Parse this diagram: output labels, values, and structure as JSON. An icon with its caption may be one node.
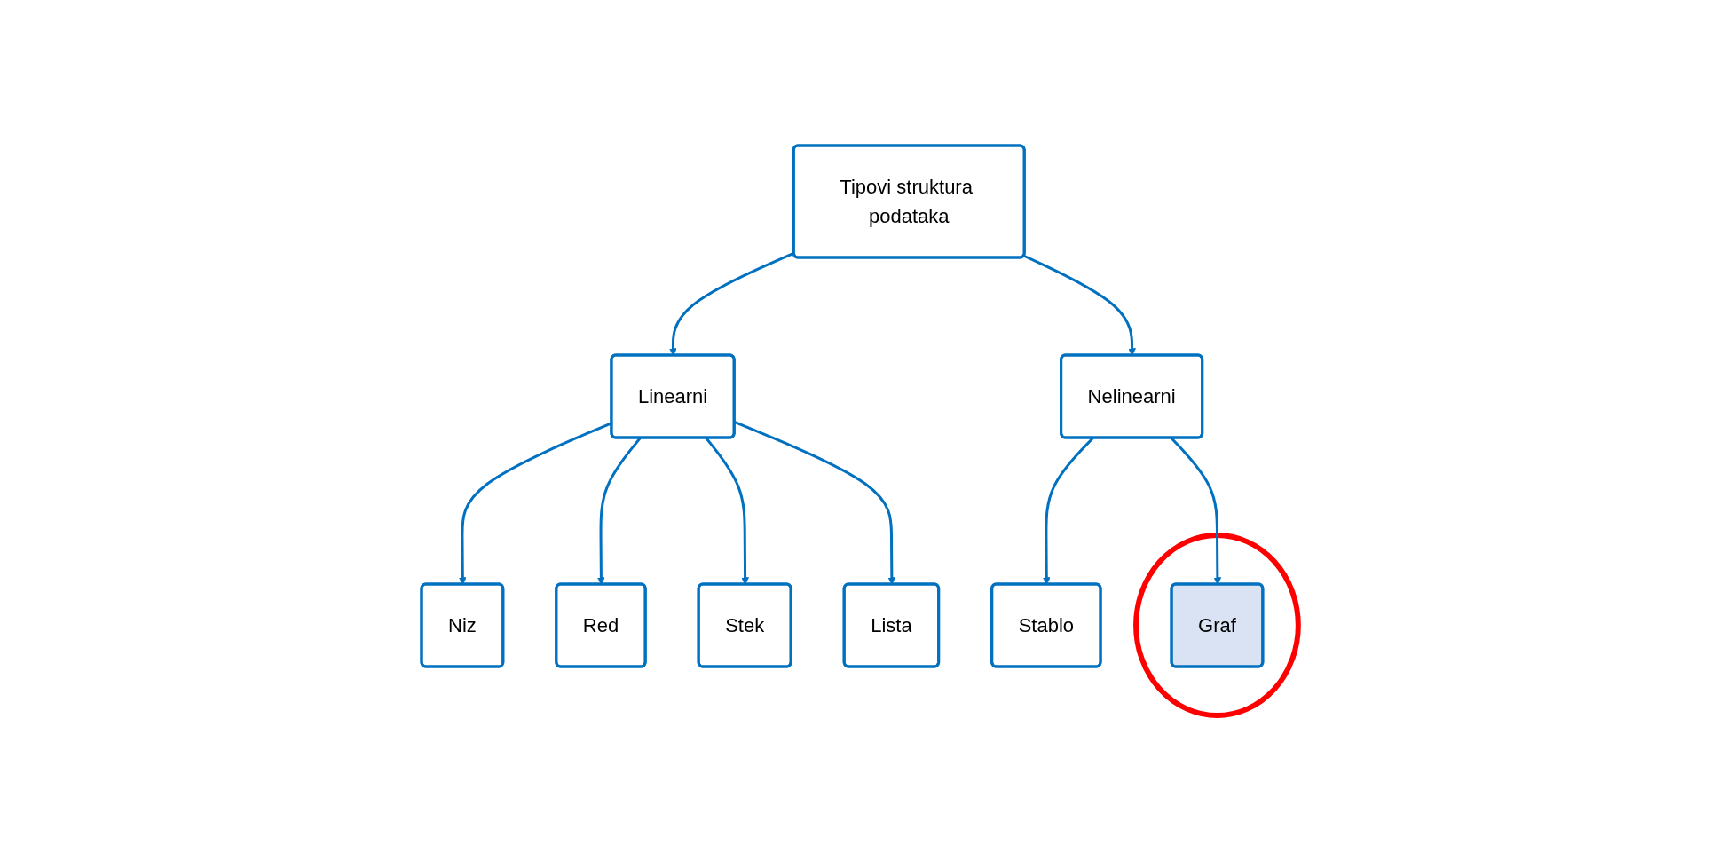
{
  "diagram": {
    "nodes": [
      {
        "text": [
          "Tipovi struktura podataka"
        ]
      },
      {
        "text": [
          "Linearni"
        ]
      },
      {
        "text": [
          "Nelinearni"
        ]
      },
      {
        "text": [
          "Niz"
        ]
      },
      {
        "text": [
          "Red"
        ]
      },
      {
        "text": [
          "Stek"
        ]
      },
      {
        "text": [
          "Lista"
        ]
      },
      {
        "text": [
          "Stablo"
        ]
      },
      {
        "text": [],
        "shape": "circle"
      },
      {
        "text": [
          "Graf"
        ],
        "in": 8
      }
    ],
    "edges": [
      {
        "from": 0,
        "to": 1,
        "arrow": "to"
      },
      {
        "from": 0,
        "to": 2,
        "arrow": "to"
      },
      {
        "from": 1,
        "to": 3,
        "arrow": "to"
      },
      {
        "from": 1,
        "to": 4,
        "arrow": "to"
      },
      {
        "from": 1,
        "to": 5,
        "arrow": "to"
      },
      {
        "from": 1,
        "to": 6,
        "arrow": "to"
      },
      {
        "from": 2,
        "to": 7,
        "arrow": "to"
      },
      {
        "from": 2,
        "to": 9,
        "arrow": "to"
      }
    ]
  }
}
